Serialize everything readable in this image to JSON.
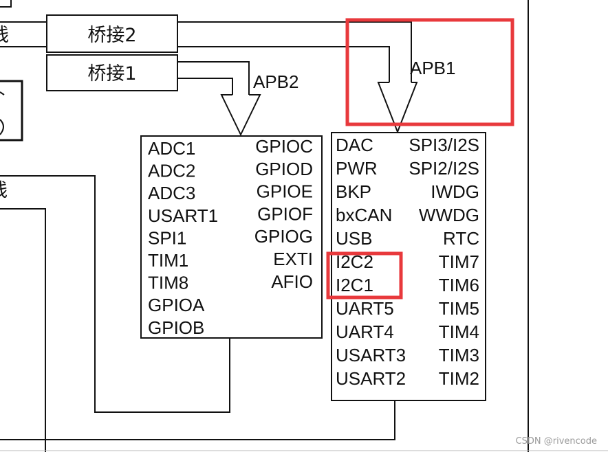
{
  "bridges": {
    "bridge2": "桥接2",
    "bridge1": "桥接1"
  },
  "buses": {
    "apb2": "APB2",
    "apb1": "APB1"
  },
  "edge_fragments": {
    "top_left": "线",
    "mid_left": "线"
  },
  "apb2_left": [
    "ADC1",
    "ADC2",
    "ADC3",
    "USART1",
    "SPI1",
    "TIM1",
    "TIM8",
    "GPIOA",
    "GPIOB"
  ],
  "apb2_right": [
    "GPIOC",
    "GPIOD",
    "GPIOE",
    "GPIOF",
    "GPIOG",
    "EXTI",
    "AFIO"
  ],
  "apb1_left": [
    "DAC",
    "PWR",
    "BKP",
    "bxCAN",
    "USB",
    "I2C2",
    "I2C1",
    "UART5",
    "UART4",
    "USART3",
    "USART2"
  ],
  "apb1_right": [
    "SPI3/I2S",
    "SPI2/I2S",
    "IWDG",
    "WWDG",
    "RTC",
    "TIM7",
    "TIM6",
    "TIM5",
    "TIM4",
    "TIM3",
    "TIM2"
  ],
  "highlight_color": "#e8393c",
  "watermark": "CSDN @rivencode"
}
